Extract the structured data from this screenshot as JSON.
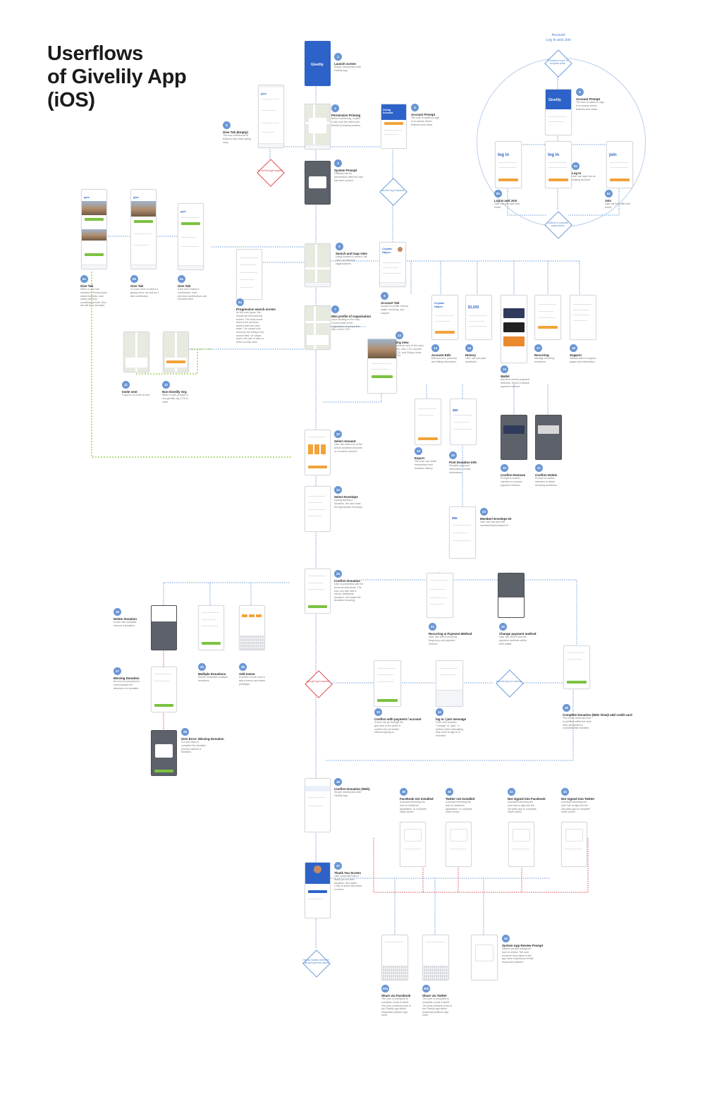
{
  "title": {
    "line1": "Userflows",
    "line2": "of Givelily App",
    "line3": "(iOS)"
  },
  "account_heading": {
    "line1": "Account",
    "line2": "Log In and Join"
  },
  "steps": [
    {
      "num": "1",
      "title": "Launch screen",
      "desc": "Simple introduction with Givelily logo"
    },
    {
      "num": "2",
      "title": "Permission Priming",
      "desc": "Before continuing, explain to the user the intent and benefit of sharing location."
    },
    {
      "num": "3",
      "title": "System Prompt",
      "desc": "Officially ask for permissions after the user has been primed."
    },
    {
      "num": "4",
      "title": "Account Prompt",
      "desc": "The user is asked to sign in to access action, features and views."
    },
    {
      "num": "5",
      "title": "Give Tab (Empty)",
      "desc": "The user introduced to features that make giving easy."
    },
    {
      "num": "6",
      "title": "Search and map view",
      "desc": "Using location & search, the user can discover organizations."
    },
    {
      "num": "7",
      "title": "Mini profile of organization",
      "desc": "Upon clicking on the map, a mini profile of the organization is presented with a Give CTA."
    },
    {
      "num": "8",
      "title": "Account Prompt",
      "desc": "The user is asked to sign in to access action, features and views."
    },
    {
      "num": "8b",
      "title": "Log In and Join",
      "desc": "User can join with their email."
    },
    {
      "num": "8a",
      "title": "Log In",
      "desc": "User can sign into an existing account."
    },
    {
      "num": "8c",
      "title": "Join",
      "desc": "User can join with their email."
    },
    {
      "num": "9",
      "title": "Account Tab",
      "desc": "Access to profile, history, wallet, recurring, and support."
    },
    {
      "num": "5c",
      "title": "Give Tab",
      "desc": "When a user has selected a Giving home, added favorites, and made previous contributions their Give tab will be in full state."
    },
    {
      "num": "5b",
      "title": "Give Tab",
      "desc": "If a user were to select a giving home, as well as a last contribution."
    },
    {
      "num": "5a",
      "title": "Give Tab",
      "desc": "If the user makes a contribution, their previous contributions are revealed here."
    },
    {
      "num": "6a",
      "title": "Progressive search screen",
      "desc": "As the user types, the results list becomes full screen. The back arrow returns the previous search field and view state. The cancel icon removes the string in the search field. On swipe down, the user is able to return to map view."
    },
    {
      "num": "11",
      "title": "Invite sent",
      "desc": "Copy for an invite is sent."
    },
    {
      "num": "12",
      "title": "Non-Givelily Org",
      "desc": "When a user presses a non-givelily org, CTA to invite."
    },
    {
      "num": "13",
      "title": "Org view",
      "desc": "General view of the org's info, Give CTA, favorite CTA, and Giving Home CTA."
    },
    {
      "num": "14",
      "title": "Account Edit",
      "desc": "Edit account, personal, and billing information."
    },
    {
      "num": "15",
      "title": "History",
      "desc": "User can see past donations."
    },
    {
      "num": "16",
      "title": "Wallet",
      "desc": "Add and remove payment methods. Select a default payment method."
    },
    {
      "num": "17",
      "title": "Recurring",
      "desc": "Manage recurring donations."
    },
    {
      "num": "18",
      "title": "Support",
      "desc": "Various links to support pages and information."
    },
    {
      "num": "19",
      "title": "Export",
      "desc": "The user can email themselves their donation history."
    },
    {
      "num": "20",
      "title": "Post Donation Info",
      "desc": "Donation payment information, receipt information."
    },
    {
      "num": "20",
      "title": "Confirm Remove",
      "desc": "Prompt to confirm intention to remove payment method."
    },
    {
      "num": "21",
      "title": "Confirm Delete",
      "desc": "Prompt to confirm intention to delete recurring donations."
    },
    {
      "num": "22",
      "title": "Select Amount",
      "desc": "User can select on of the preset donation amounts or a custom amount."
    },
    {
      "num": "23",
      "title": "Member/ Envelope ID",
      "desc": "User can add and edit membership/envelope ID."
    },
    {
      "num": "24",
      "title": "Select Envelope",
      "desc": "Upong starting a donation, the user must the appropriate envelope."
    },
    {
      "num": "25",
      "title": "Confirm Donation",
      "desc": "User is presented with the previous selections. The user can also add a memo, additional donation, and make the donation recurring."
    },
    {
      "num": "26",
      "title": "Delete donation",
      "desc": "A user can complete remove a donation."
    },
    {
      "num": "27",
      "title": "Missing Donation",
      "desc": "An error is prompted to communicate the absence of a donation."
    },
    {
      "num": "28",
      "title": "Give Error: Missing Donation",
      "desc": "If a user tries to complete the donation process without a donation."
    },
    {
      "num": "34",
      "title": "Multiple Donations",
      "desc": "Screen illustration multiple donations."
    },
    {
      "num": "35",
      "title": "Add memo",
      "desc": "A screen for the user to add a memo and select privileges."
    },
    {
      "num": "31",
      "title": "Recurring & Payment Method",
      "desc": "User can select recurring frequency and payment method."
    },
    {
      "num": "32",
      "title": "Change payment method",
      "desc": "User can select from the payment methods within their wallet."
    },
    {
      "num": "33",
      "title": "Confirm with payment / account",
      "desc": "A user can go through the give flow to the point of confirm but not further without signing in."
    },
    {
      "num": "42",
      "title": "log in / join message",
      "desc": "If the user presses \"Change\" or \"give\", a bottom sheet articulating they need to sign in is revealed."
    },
    {
      "num": "36",
      "title": "Complete Donation (Web View)/ add credit card",
      "desc": "The users credit card info is prefilled within the view view and asked to complete their donation."
    },
    {
      "num": "38",
      "title": "Confirm Donation (Web)",
      "desc": "Simple introduction with Givelily logo."
    },
    {
      "num": "39",
      "title": "Facebook not installed",
      "desc": "A prompt informing the user to install the application, to complete share action."
    },
    {
      "num": "40",
      "title": "Twitter not installed",
      "desc": "A prompt informing the user to install the application, to complete share action."
    },
    {
      "num": "41",
      "title": "Not signed into Facebook",
      "desc": "A prompt informing the user has to sign into the 3rd party app to complete share action."
    },
    {
      "num": "42",
      "title": "Not signed into Twitter",
      "desc": "A prompt informing the user has to sign into the 3rd party app to complete share action."
    },
    {
      "num": "37",
      "title": "Thank You Screen",
      "desc": "User presented with a thank you for their donation, then given CTAs to share and leave a review."
    },
    {
      "num": "39a",
      "title": "Share via Facebook",
      "desc": "The user is prompted to complete a post & tweet. The post contains a link to the Givelily app within respective platform app store."
    },
    {
      "num": "39b",
      "title": "Share via Twitter",
      "desc": "The user is prompted to complete a post & tweet. The post contains a link to the Givelily app within respective platform app store."
    },
    {
      "num": "40",
      "title": "System App Review Prompt",
      "desc": "System prompt asking the user to review. The user would be then taken to the app store experience of that respective platform."
    }
  ],
  "decisions": [
    {
      "label": "Do not find login required",
      "color": "red"
    },
    {
      "label": "Account log in required",
      "color": "blue"
    },
    {
      "label": "Prompted to log in or complete action",
      "color": "blue"
    },
    {
      "label": "Continue to complete original action",
      "color": "blue"
    },
    {
      "label": "Account log in required",
      "color": "red"
    },
    {
      "label": "Account log in to continue",
      "color": "blue"
    },
    {
      "label": "Original location where the sharing experience started",
      "color": "blue"
    }
  ],
  "screen_text": {
    "launch_logo": "Givelily",
    "giving_account": "Giving Account",
    "account_logo": "Givelily",
    "login": "log in",
    "join": "join",
    "give": "give",
    "crystal": "Crystal Hayes",
    "amount": "$1,020",
    "export_amount": "$60",
    "member_amount": "$65"
  },
  "colors": {
    "brand_blue": "#2d63c8",
    "accent_orange": "#f2a33a",
    "accent_green": "#7cc242",
    "flow_blue": "#6a9bd8",
    "flow_red": "#e0474c",
    "flow_green": "#8cc63f"
  }
}
